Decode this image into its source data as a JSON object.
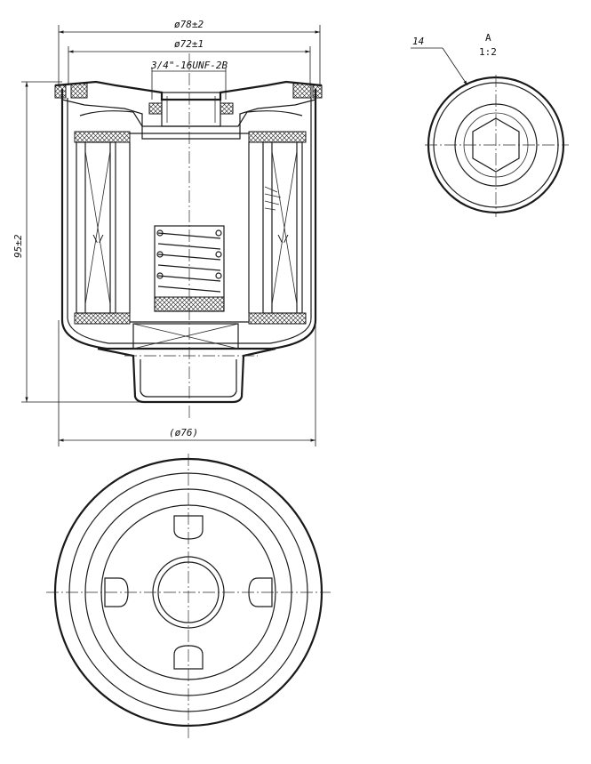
{
  "dimensions": {
    "outer_diameter": "ø78±2",
    "inner_diameter": "ø72±1",
    "thread": "3/4\"-16UNF-2B",
    "height": "95±2",
    "body_diameter": "(ø76)"
  },
  "detail_view": {
    "label": "A",
    "scale": "1:2",
    "callout": "14"
  },
  "colors": {
    "line": "#1a1a1a",
    "paper": "#ffffff"
  }
}
